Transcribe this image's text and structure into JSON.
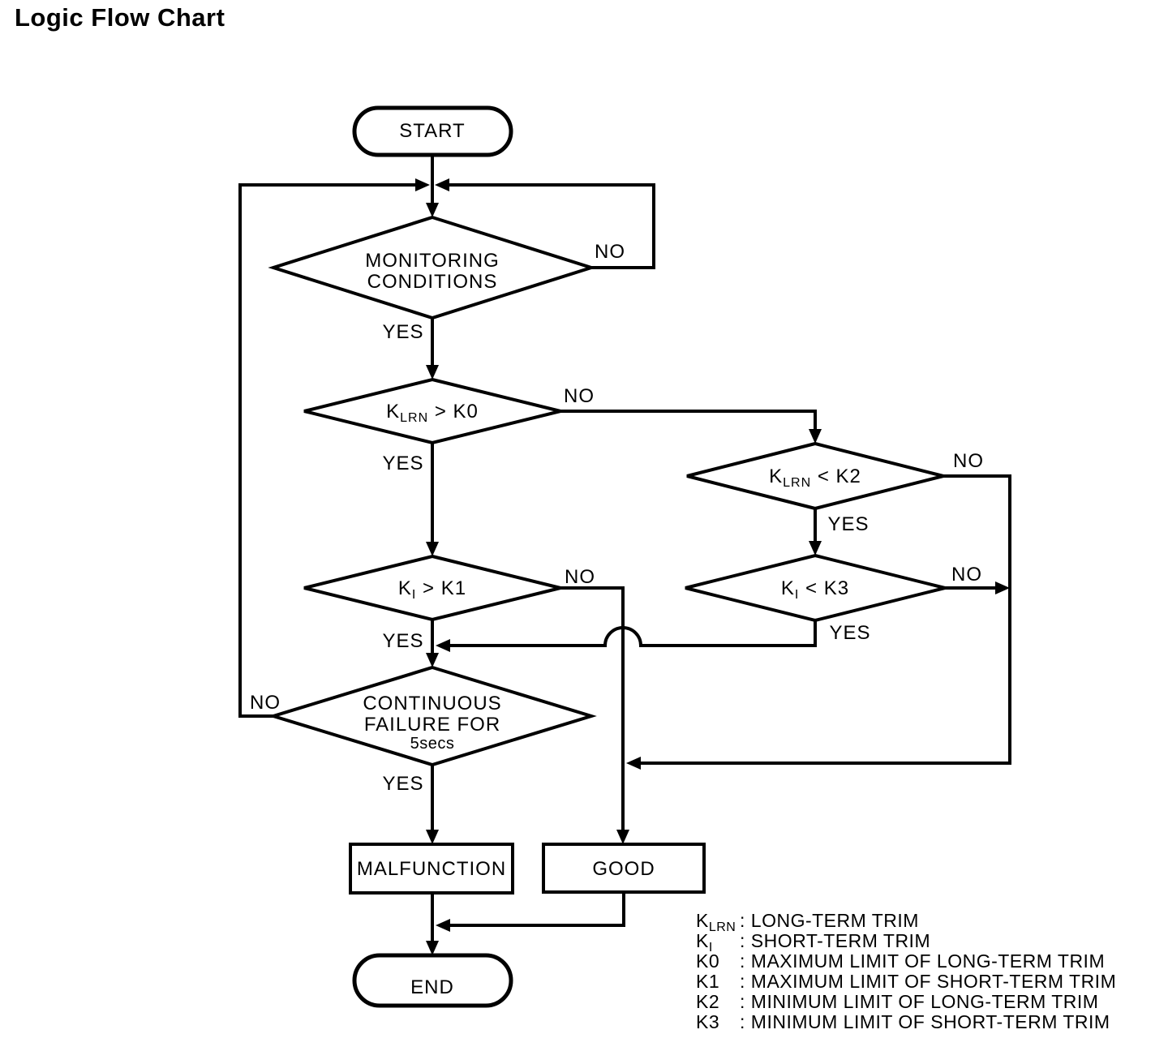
{
  "title": "Logic Flow Chart",
  "labels": {
    "yes": "YES",
    "no": "NO"
  },
  "nodes": {
    "start": "START",
    "monitoring": {
      "line1": "MONITORING",
      "line2": "CONDITIONS"
    },
    "klrn_gt_k0": {
      "base": "K",
      "sub": "LRN",
      "rest": " > K0"
    },
    "klrn_lt_k2": {
      "base": "K",
      "sub": "LRN",
      "rest": " < K2"
    },
    "ki_gt_k1": {
      "base": "K",
      "sub": "I",
      "rest": " > K1"
    },
    "ki_lt_k3": {
      "base": "K",
      "sub": "I",
      "rest": " < K3"
    },
    "continuous_failure": {
      "line1": "CONTINUOUS",
      "line2": "FAILURE FOR",
      "line3": "5secs"
    },
    "malfunction": "MALFUNCTION",
    "good": "GOOD",
    "end": "END"
  },
  "legend": {
    "rows": [
      {
        "base": "K",
        "sub": "LRN",
        "desc": ": LONG-TERM TRIM"
      },
      {
        "base": "K",
        "sub": "I",
        "desc": ": SHORT-TERM TRIM"
      },
      {
        "base": "K0",
        "sub": "",
        "desc": ": MAXIMUM LIMIT OF LONG-TERM TRIM"
      },
      {
        "base": "K1",
        "sub": "",
        "desc": ": MAXIMUM LIMIT OF SHORT-TERM TRIM"
      },
      {
        "base": "K2",
        "sub": "",
        "desc": ": MINIMUM LIMIT OF LONG-TERM TRIM"
      },
      {
        "base": "K3",
        "sub": "",
        "desc": ": MINIMUM LIMIT OF SHORT-TERM TRIM"
      }
    ]
  },
  "colors": {
    "line": "#000000",
    "background": "#ffffff",
    "text": "#000000"
  }
}
